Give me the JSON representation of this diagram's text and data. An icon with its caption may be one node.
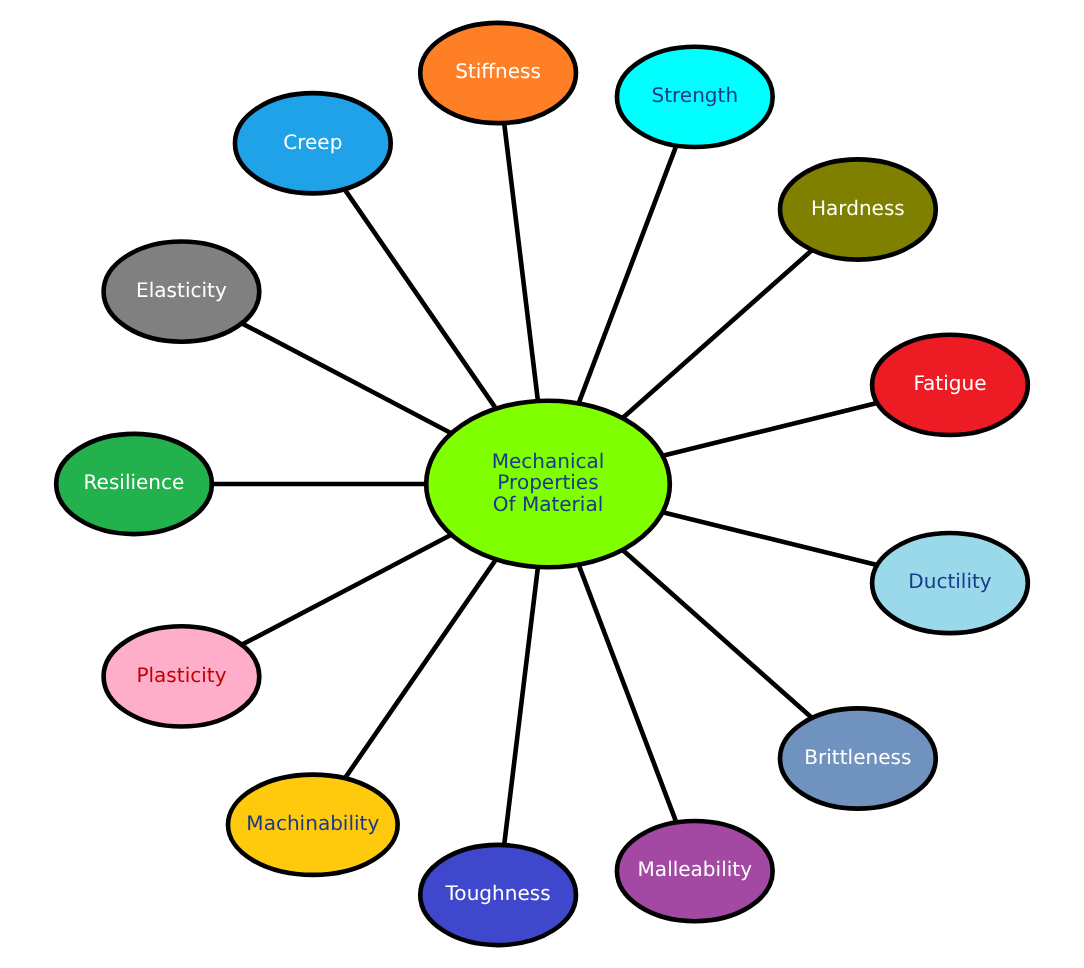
{
  "diagram": {
    "nodes": [
      {
        "text": [
          "Mechanical Properties Of Material"
        ]
      },
      {
        "text": [
          "Fatigue"
        ]
      },
      {
        "text": [
          "Hardness"
        ]
      },
      {
        "text": [
          "Strength"
        ]
      },
      {
        "text": [
          "Stiffness"
        ]
      },
      {
        "text": [
          "Creep"
        ]
      },
      {
        "text": [
          "Elasticity"
        ]
      },
      {
        "text": [
          "Resilience"
        ]
      },
      {
        "text": [
          "Plasticity"
        ]
      },
      {
        "text": [
          "Machinability"
        ]
      },
      {
        "text": [
          "Toughness"
        ]
      },
      {
        "text": [
          "Malleability"
        ]
      },
      {
        "text": [
          "Brittleness"
        ]
      },
      {
        "text": [
          "Ductility"
        ]
      }
    ],
    "edges": [
      {
        "from": 0,
        "to": 1,
        "arrow": "none"
      },
      {
        "from": 0,
        "to": 2,
        "arrow": "none"
      },
      {
        "from": 0,
        "to": 3,
        "arrow": "none"
      },
      {
        "from": 0,
        "to": 4,
        "arrow": "none"
      },
      {
        "from": 0,
        "to": 6,
        "arrow": "none"
      },
      {
        "from": 0,
        "to": 8,
        "arrow": "none"
      },
      {
        "from": 0,
        "to": 9,
        "arrow": "none"
      },
      {
        "from": 0,
        "to": 13,
        "arrow": "none"
      },
      {
        "from": 0,
        "to": 12,
        "arrow": "none"
      },
      {
        "from": 0,
        "to": 11,
        "arrow": "none"
      },
      {
        "from": 0,
        "to": 10,
        "arrow": "none"
      },
      {
        "from": 0,
        "to": 7,
        "arrow": "none"
      },
      {
        "from": 0,
        "to": 5,
        "arrow": "none"
      }
    ]
  }
}
